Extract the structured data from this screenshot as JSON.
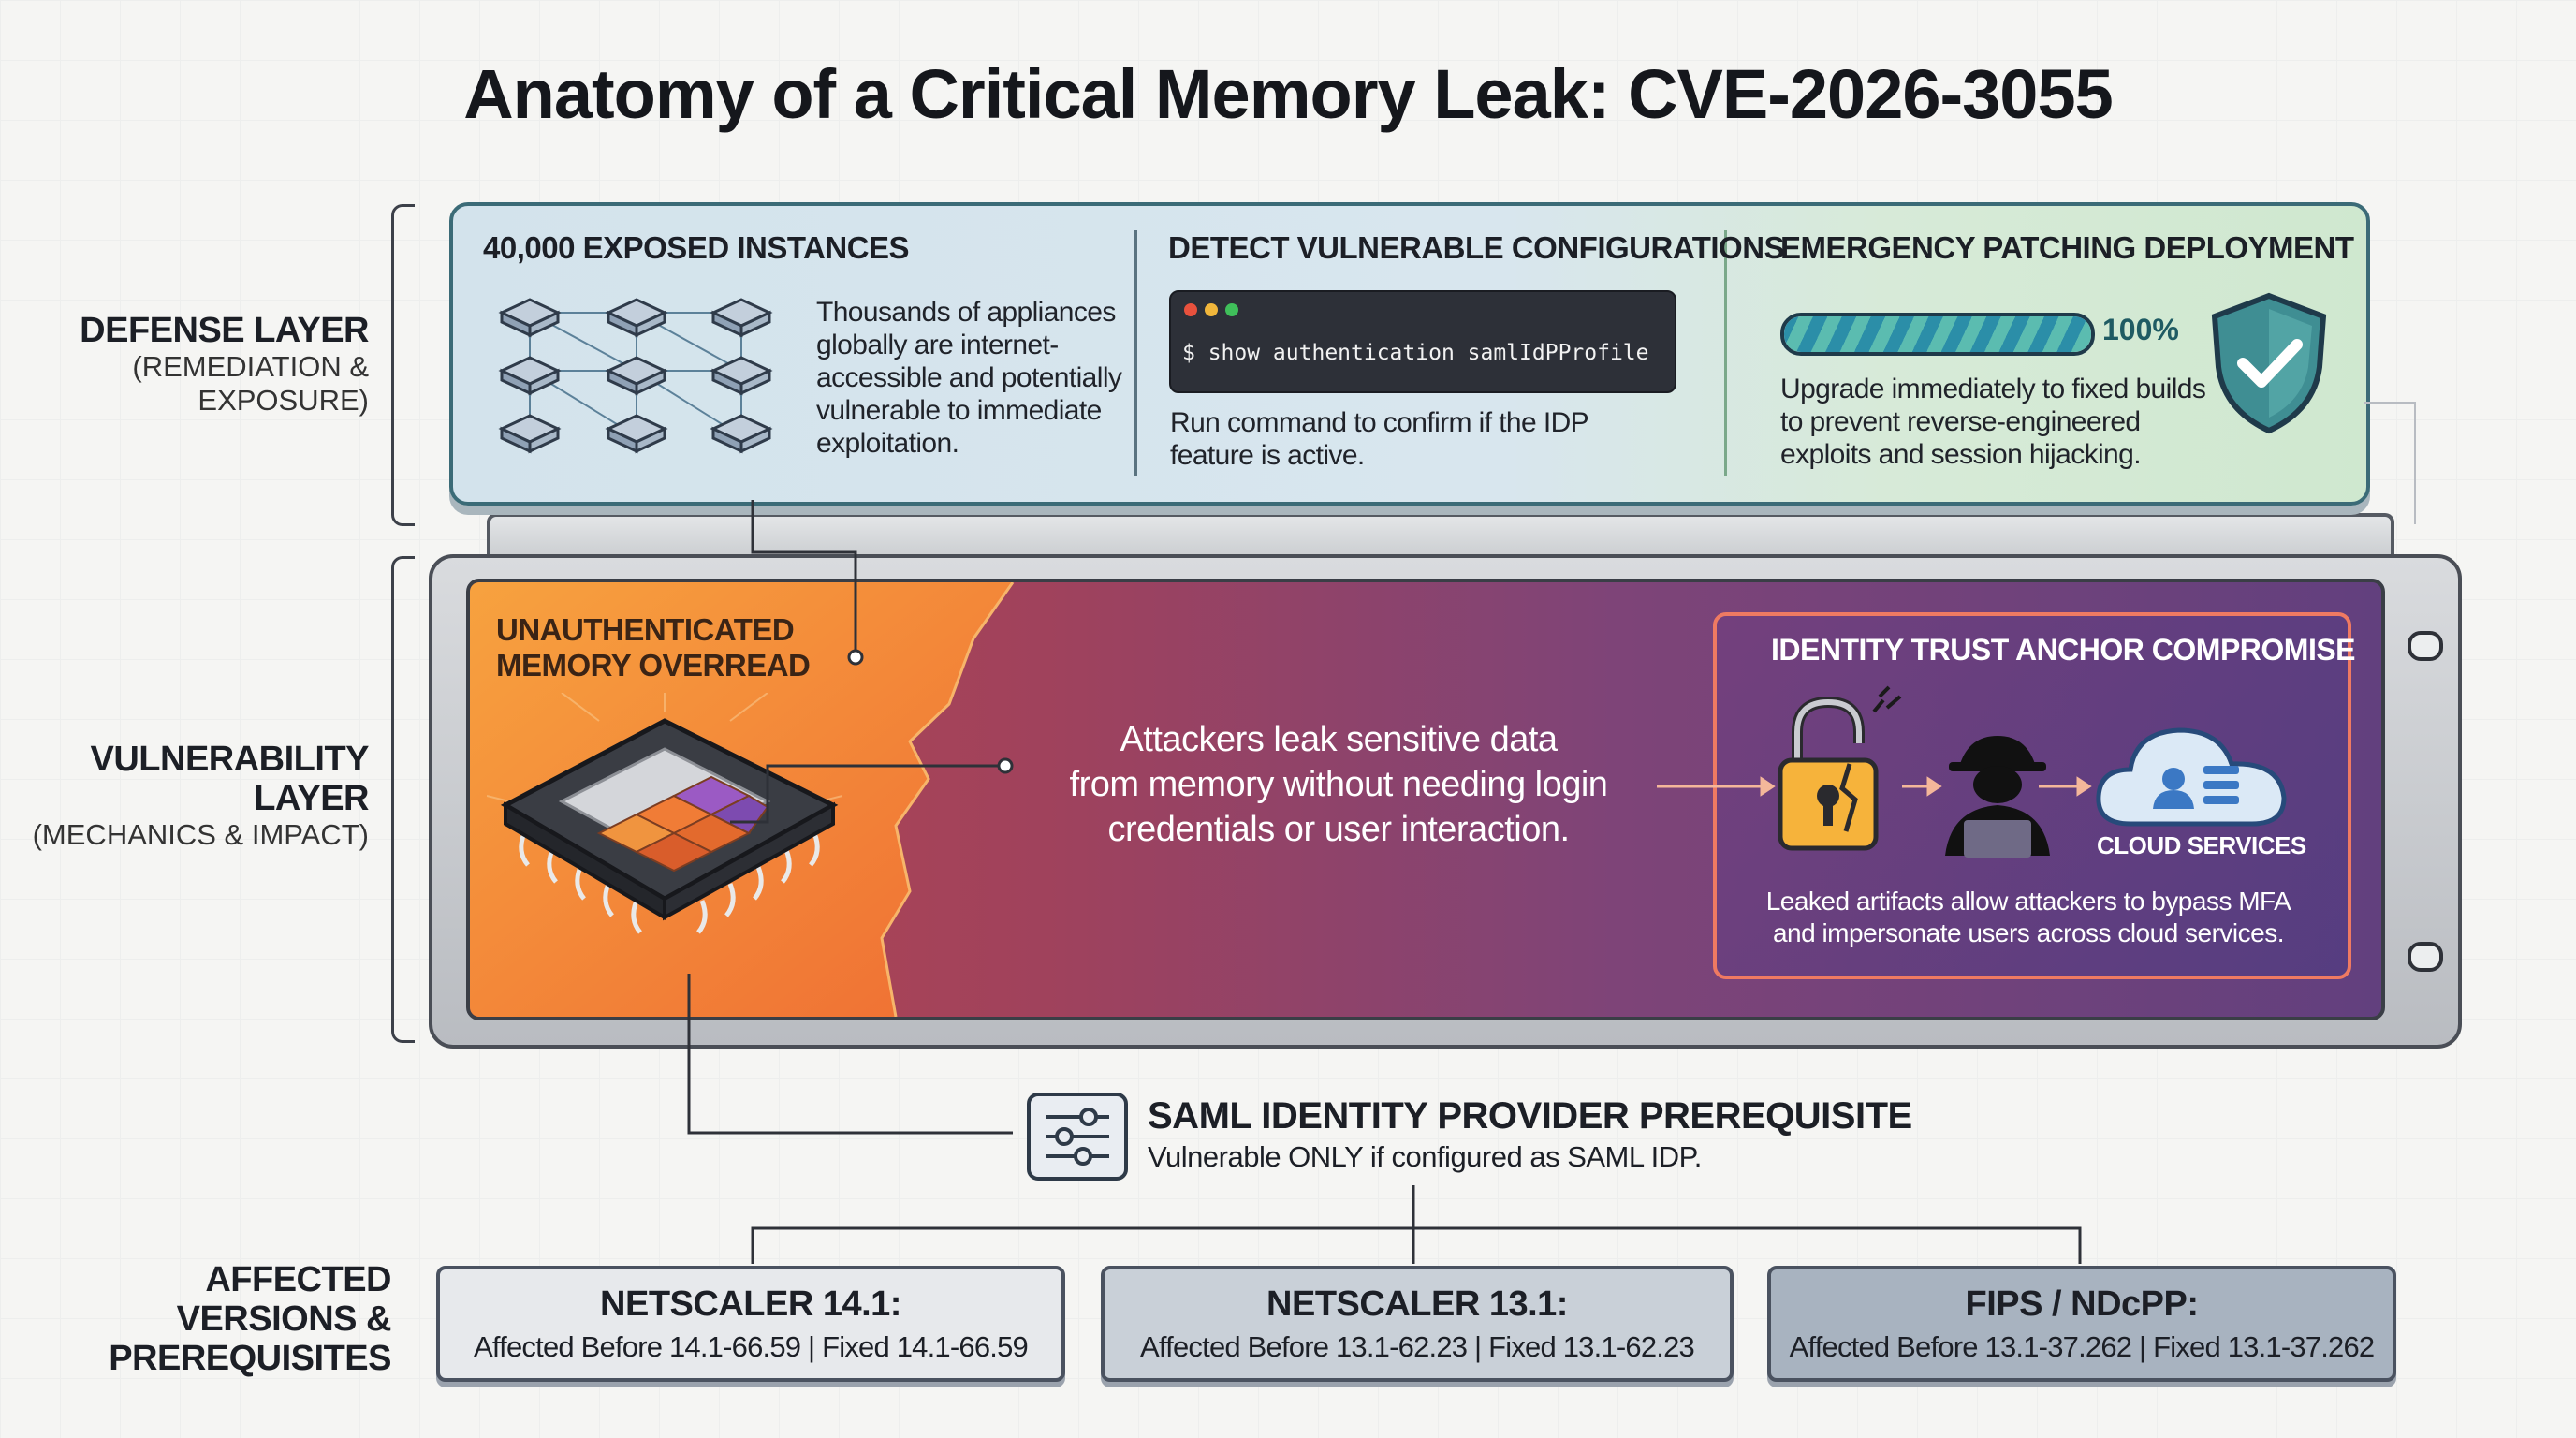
{
  "title": "Anatomy of a Critical Memory Leak: CVE-2026-3055",
  "layers": {
    "defense": {
      "main": "DEFENSE LAYER",
      "sub_line1": "(REMEDIATION &",
      "sub_line2": "EXPOSURE)"
    },
    "vulnerability": {
      "main_line1": "VULNERABILITY",
      "main_line2": "LAYER",
      "sub": "(MECHANICS & IMPACT)"
    },
    "affected": {
      "line1": "AFFECTED",
      "line2": "VERSIONS &",
      "line3": "PREREQUISITES"
    }
  },
  "defense": {
    "exposed": {
      "heading": "40,000 EXPOSED INSTANCES",
      "lines": [
        "Thousands of appliances",
        "globally are internet-",
        "accessible and potentially",
        "vulnerable to immediate",
        "exploitation."
      ]
    },
    "detect": {
      "heading": "DETECT VULNERABLE CONFIGURATIONS",
      "command": "$ show authentication samlIdPProfile",
      "lines": [
        "Run command to confirm if the IDP",
        "feature is active."
      ]
    },
    "patch": {
      "heading": "EMERGENCY PATCHING DEPLOYMENT",
      "progress_label": "100%",
      "progress_fraction": 1.0,
      "lines": [
        "Upgrade immediately to fixed builds",
        "to prevent reverse-engineered",
        "exploits and session hijacking."
      ]
    }
  },
  "vulnerability": {
    "overread_line1": "UNAUTHENTICATED",
    "overread_line2": "MEMORY OVERREAD",
    "center_lines": [
      "Attackers leak sensitive data",
      "from memory without needing login",
      "credentials or user interaction."
    ],
    "trust": {
      "heading": "IDENTITY TRUST ANCHOR COMPROMISE",
      "cloud_label": "CLOUD SERVICES",
      "lines": [
        "Leaked artifacts allow attackers to bypass MFA",
        "and impersonate users across cloud services."
      ]
    }
  },
  "prerequisite": {
    "title": "SAML IDENTITY PROVIDER PREREQUISITE",
    "text": "Vulnerable ONLY if configured as SAML IDP."
  },
  "versions": [
    {
      "title": "NETSCALER 14.1:",
      "detail": "Affected Before 14.1-66.59 | Fixed 14.1-66.59",
      "bg": "#e7e9ec"
    },
    {
      "title": "NETSCALER 13.1:",
      "detail": "Affected Before 13.1-62.23 | Fixed 13.1-62.23",
      "bg": "#c9d0d8"
    },
    {
      "title": "FIPS / NDcPP:",
      "detail": "Affected Before 13.1-37.262 | Fixed 13.1-37.262",
      "bg": "#a8b3c0"
    }
  ],
  "colors": {
    "orange": "#f28c38",
    "purple": "#62407e",
    "teal": "#2b8ea8",
    "accent_line": "#ef7a62"
  }
}
